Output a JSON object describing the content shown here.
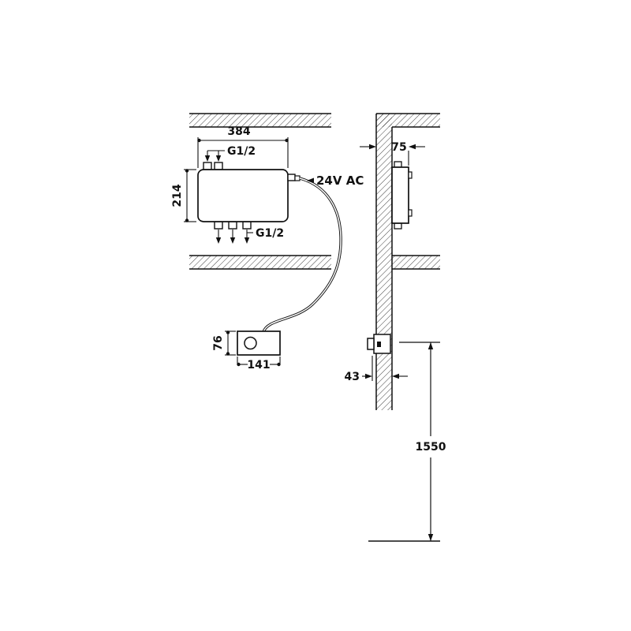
{
  "colors": {
    "ink": "#111111",
    "background": "#ffffff"
  },
  "front_view": {
    "width": "384",
    "height": "214",
    "inlet": "G1/2",
    "outlet": "G1/2",
    "power": "24V AC",
    "remote_height": "76",
    "remote_width": "141"
  },
  "side_view": {
    "depth": "75",
    "remote_depth": "43",
    "mounting_height": "1550"
  }
}
